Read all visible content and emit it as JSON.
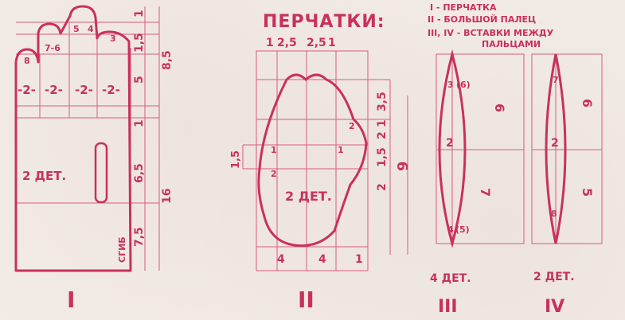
{
  "colors": {
    "ink": "#c8325a",
    "thin": "#d75d7c",
    "paper": "#f3ece6"
  },
  "legend": {
    "title": "ПЕРЧАТКИ:",
    "line1": "I - ПЕРЧАТКА",
    "line2": "II - БОЛЬШОЙ ПАЛЕЦ",
    "line3a": "III, IV - ВСТАВКИ МЕЖДУ",
    "line3b": "ПАЛЬЦАМИ"
  },
  "piece1": {
    "roman": "I",
    "count": "2 ДЕТ.",
    "fold": "СГИБ",
    "width_labels": [
      "-2-",
      "-2-",
      "-2-",
      "-2-"
    ],
    "marks": [
      "8",
      "7-6",
      "5",
      "4",
      "3"
    ],
    "dims": [
      "1",
      "1,5",
      "5",
      "1",
      "6,5",
      "7,5",
      "8,5",
      "16"
    ]
  },
  "piece2": {
    "roman": "II",
    "count": "2 ДЕТ.",
    "top": [
      "1",
      "2,5",
      "2,5",
      "1"
    ],
    "bottom": [
      "4",
      "4",
      "1"
    ],
    "marks": [
      "1",
      "1",
      "2",
      "2"
    ],
    "left_dim": "1,5",
    "right_dims": [
      "3,5",
      "1",
      "2",
      "1,5",
      "2",
      "9"
    ]
  },
  "piece3": {
    "roman": "III",
    "count": "4 ДЕТ.",
    "marks": [
      "3",
      "(6)",
      "4",
      "(5)"
    ],
    "center": "2",
    "dims": [
      "6",
      "7"
    ]
  },
  "piece4": {
    "roman": "IV",
    "count": "2 ДЕТ.",
    "marks": [
      "7",
      "8"
    ],
    "center": "2",
    "dims": [
      "6",
      "5"
    ]
  }
}
